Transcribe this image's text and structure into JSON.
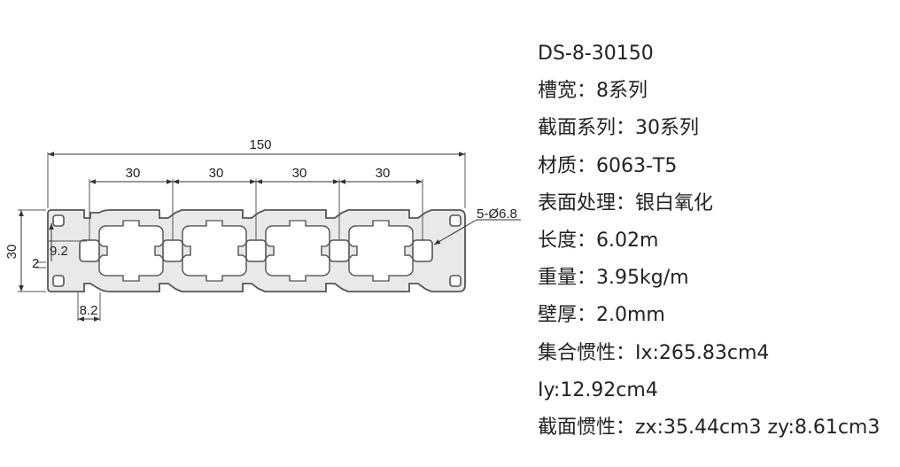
{
  "drawing": {
    "dimensions": {
      "total_width": "150",
      "slot_pitch_1": "30",
      "slot_pitch_2": "30",
      "slot_pitch_3": "30",
      "slot_pitch_4": "30",
      "height": "30",
      "hole_spec": "5-Ø6.8",
      "slot_depth": "9.2",
      "wall": "2",
      "slot_width": "8.2"
    },
    "colors": {
      "line": "#555555",
      "profile_fill": "#e9e9e9"
    }
  },
  "specs": {
    "model": "DS-8-30150",
    "slot_width": "槽宽：8系列",
    "series": "截面系列：30系列",
    "material": "材质：6063-T5",
    "surface": "表面处理：银白氧化",
    "length": "长度：6.02m",
    "weight": "重量：3.95kg/m",
    "wall_thickness": "壁厚：2.0mm",
    "inertia_1": "集合惯性：Ix:265.83cm4",
    "inertia_2": "Iy:12.92cm4",
    "section_inertia": "截面惯性：zx:35.44cm3 zy:8.61cm3"
  }
}
